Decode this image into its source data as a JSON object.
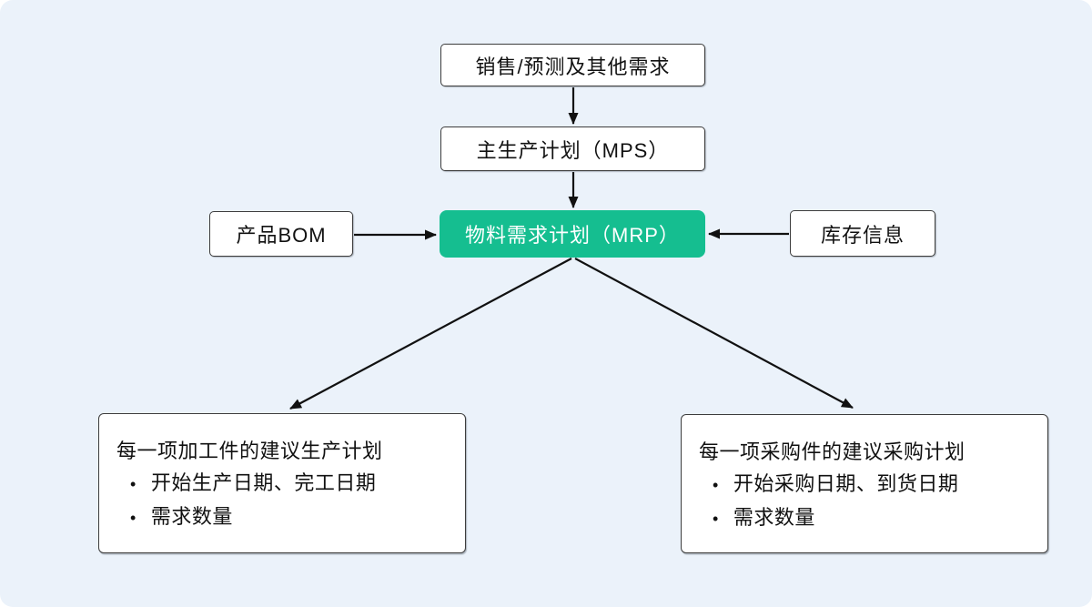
{
  "diagram": {
    "background_color": "#EBF2FA",
    "accent_color": "#15BE90",
    "bullet_glyph": "•",
    "nodes": {
      "sales": {
        "label": "销售/预测及其他需求"
      },
      "mps": {
        "label": "主生产计划（MPS）"
      },
      "mrp": {
        "label": "物料需求计划（MRP）"
      },
      "bom": {
        "label": "产品BOM"
      },
      "inventory": {
        "label": "库存信息"
      },
      "production_plan": {
        "title": "每一项加工件的建议生产计划",
        "bullets": [
          "开始生产日期、完工日期",
          "需求数量"
        ]
      },
      "purchase_plan": {
        "title": "每一项采购件的建议采购计划",
        "bullets": [
          "开始采购日期、到货日期",
          "需求数量"
        ]
      }
    }
  }
}
